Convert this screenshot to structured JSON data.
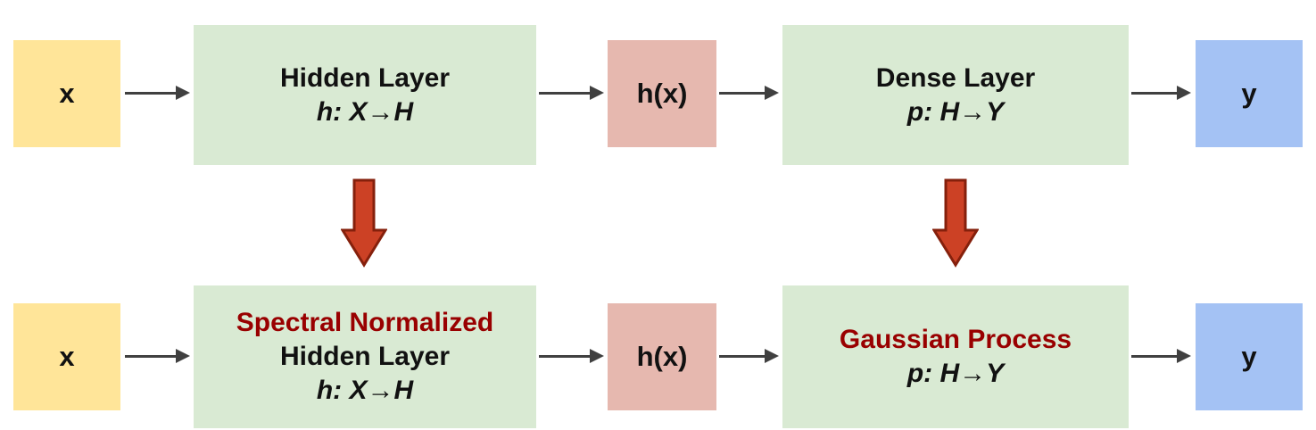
{
  "top_row": {
    "input_label": "x",
    "hidden_layer": {
      "line1": "Hidden Layer",
      "line2": "h: X→H"
    },
    "intermediate_label": "h(x)",
    "dense_layer": {
      "line1": "Dense Layer",
      "line2": "p: H→Y"
    },
    "output_label": "y"
  },
  "bottom_row": {
    "input_label": "x",
    "sn_hidden_layer": {
      "line1": "Spectral Normalized",
      "line2": "Hidden Layer",
      "line3": "h: X→H"
    },
    "intermediate_label": "h(x)",
    "gp_layer": {
      "line1": "Gaussian Process",
      "line2": "p: H→Y"
    },
    "output_label": "y"
  },
  "colors": {
    "input_fill": "#ffe599",
    "layer_fill": "#d9ead3",
    "intermediate_fill": "#e6b8af",
    "output_fill": "#a4c2f4",
    "highlight_text": "#990000",
    "flow_arrow": "#404040",
    "transform_arrow_fill": "#cc4125",
    "transform_arrow_stroke": "#85200c"
  }
}
